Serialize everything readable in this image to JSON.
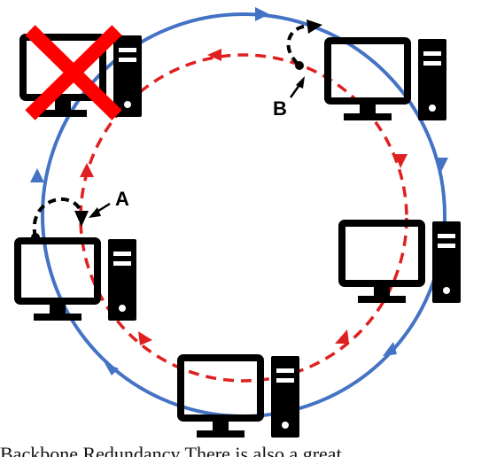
{
  "labels": {
    "a": "A",
    "b": "B"
  },
  "caption_fragment": "Backbone Redundancy There is also a great",
  "colors": {
    "outer_ring": "#4472C4",
    "inner_ring": "#E02020",
    "failure_cross": "#FF0000",
    "bypass_link": "#000000",
    "computer": "#000000"
  },
  "nodes": [
    {
      "name": "computer-top-left",
      "status": "failed"
    },
    {
      "name": "computer-top-right",
      "status": "active"
    },
    {
      "name": "computer-right",
      "status": "active"
    },
    {
      "name": "computer-bottom",
      "status": "active"
    },
    {
      "name": "computer-left",
      "status": "active"
    }
  ],
  "icons": [
    "computer-icon",
    "failed-cross-icon",
    "arrow-icon"
  ]
}
